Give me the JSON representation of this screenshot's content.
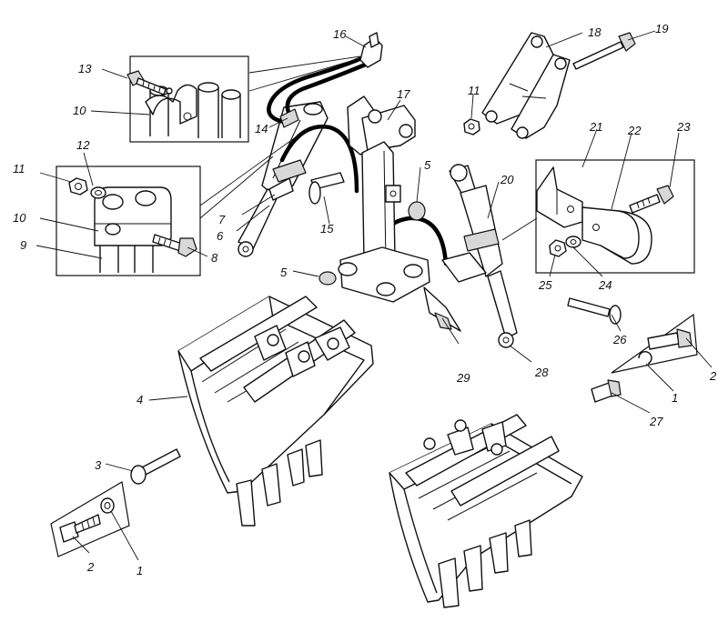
{
  "callouts": [
    {
      "id": "c16",
      "text": "16"
    },
    {
      "id": "c13",
      "text": "13"
    },
    {
      "id": "c10a",
      "text": "10"
    },
    {
      "id": "c14",
      "text": "14"
    },
    {
      "id": "c18",
      "text": "18"
    },
    {
      "id": "c19",
      "text": "19"
    },
    {
      "id": "c11a",
      "text": "11"
    },
    {
      "id": "c17",
      "text": "17"
    },
    {
      "id": "c12",
      "text": "12"
    },
    {
      "id": "c11b",
      "text": "11"
    },
    {
      "id": "c10b",
      "text": "10"
    },
    {
      "id": "c9",
      "text": "9"
    },
    {
      "id": "c8",
      "text": "8"
    },
    {
      "id": "c7",
      "text": "7"
    },
    {
      "id": "c6",
      "text": "6"
    },
    {
      "id": "c15",
      "text": "15"
    },
    {
      "id": "c5a",
      "text": "5"
    },
    {
      "id": "c5b",
      "text": "5"
    },
    {
      "id": "c20",
      "text": "20"
    },
    {
      "id": "c21",
      "text": "21"
    },
    {
      "id": "c22",
      "text": "22"
    },
    {
      "id": "c23",
      "text": "23"
    },
    {
      "id": "c25",
      "text": "25"
    },
    {
      "id": "c24",
      "text": "24"
    },
    {
      "id": "c26",
      "text": "26"
    },
    {
      "id": "c29",
      "text": "29"
    },
    {
      "id": "c28",
      "text": "28"
    },
    {
      "id": "c4",
      "text": "4"
    },
    {
      "id": "c2a",
      "text": "2"
    },
    {
      "id": "c1a",
      "text": "1"
    },
    {
      "id": "c27",
      "text": "27"
    },
    {
      "id": "c3",
      "text": "3"
    },
    {
      "id": "c2b",
      "text": "2"
    },
    {
      "id": "c1b",
      "text": "1"
    }
  ]
}
